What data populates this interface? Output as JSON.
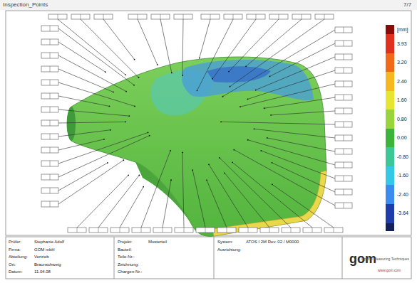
{
  "diagram": {
    "title": "Inspection_Points",
    "labels": [
      "7/7",
      "[mm]",
      "Prüfer:",
      "Stephanie Adolf",
      "Firma:",
      "GOM mbH",
      "Abteilung:",
      "Vertrieb",
      "Ort:",
      "Braunschweig",
      "Datum:",
      "11.04.08",
      "Projekt:",
      "Musterteil",
      "Bauteil:",
      "Teile-Nr.:",
      "Zeichnung:",
      "Chargen-Nr.:",
      "System:",
      "ATOS I 2M Rev. 02 / M0000",
      "Ausrichtung:",
      "gom",
      "Optical Measuring Techniques",
      "www.gom.com"
    ],
    "legend": [
      {
        "text": "3.93",
        "color": "#e0301e"
      },
      {
        "text": "3.20",
        "color": "#f06a1a"
      },
      {
        "text": "2.40",
        "color": "#f5b820"
      },
      {
        "text": "1.60",
        "color": "#e6e632"
      },
      {
        "text": "0.80",
        "color": "#9ad43c"
      },
      {
        "text": "0.00",
        "color": "#3cb43c"
      },
      {
        "text": "-0.80",
        "color": "#3cc896"
      },
      {
        "text": "-1.60",
        "color": "#32c8e6"
      },
      {
        "text": "-2.40",
        "color": "#3c8cf0"
      },
      {
        "text": "-3.64",
        "color": "#1e3caa"
      }
    ]
  }
}
